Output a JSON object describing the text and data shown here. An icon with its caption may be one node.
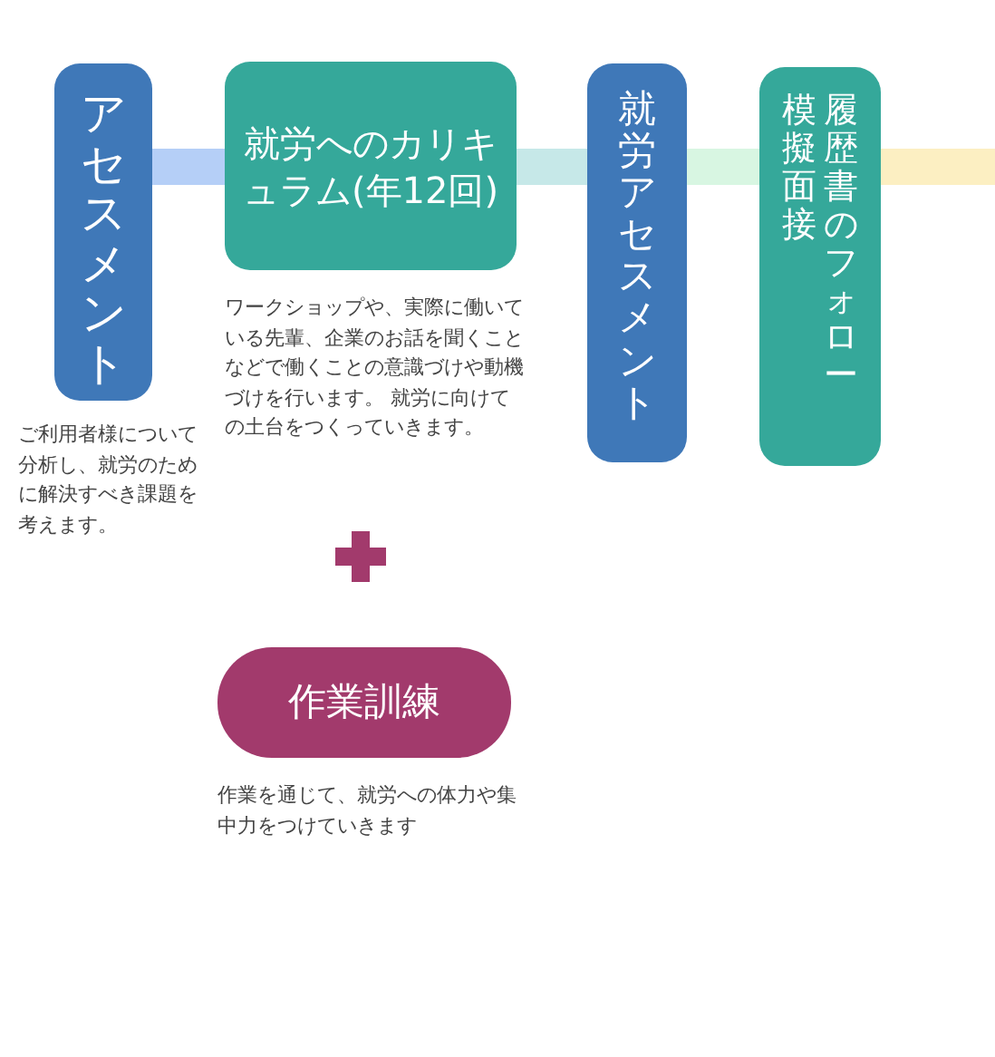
{
  "diagram": {
    "nodes": [
      {
        "text": [
          "アセスメント"
        ],
        "beside": [
          "ご利用者様について分析し、就労のために解決すべき課題を考えます。"
        ]
      },
      {
        "text": [
          "就労へのカリキュラム(年12回)"
        ],
        "beside": [
          "ワークショップや、実際に働いている先輩、企業のお話を聞くことなどで働くことの意識づけや動機づけを行います。 就労に向けての土台をつくっていきます。"
        ]
      },
      {
        "text": [
          "就労アセスメント"
        ]
      },
      {
        "text": [
          "模擬面接",
          "履歴書のフォロー"
        ]
      },
      {
        "text": [
          "作業訓練"
        ],
        "beside": [
          "作業を通じて、就労への体力や集中力をつけていきます"
        ]
      }
    ],
    "edges": [
      {
        "from": 0,
        "to": 1,
        "arrow": "none",
        "color": "#b5cff7"
      },
      {
        "from": 1,
        "to": 2,
        "arrow": "none",
        "color": "#c6e8e8"
      },
      {
        "from": 2,
        "to": 3,
        "arrow": "none",
        "color": "#d8f6e2"
      },
      {
        "from": 3,
        "to": null,
        "arrow": "none",
        "color": "#fcefc2"
      }
    ]
  }
}
